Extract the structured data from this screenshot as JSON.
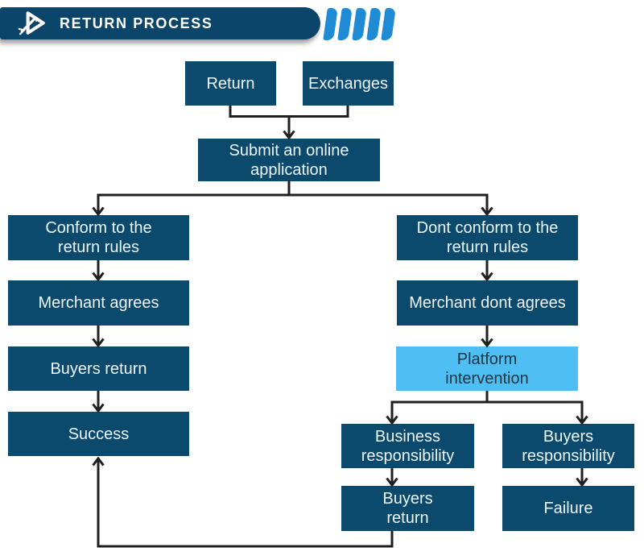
{
  "header": {
    "title": "RETURN PROCESS",
    "logo_icon": "play-wrench-icon",
    "chevrons": {
      "icon": "banner-chevron-icon",
      "count": 5,
      "color": "#1e8bd4"
    },
    "banner_color": "#0c456a"
  },
  "flowchart": {
    "nodes": {
      "return": {
        "label": "Return"
      },
      "exchanges": {
        "label": "Exchanges"
      },
      "submit": {
        "label": "Submit an online\napplication"
      },
      "conform": {
        "label": "Conform to the\nreturn rules"
      },
      "merchant_agrees": {
        "label": "Merchant agrees"
      },
      "buyers_return_left": {
        "label": "Buyers return"
      },
      "success": {
        "label": "Success"
      },
      "dont_conform": {
        "label": "Dont conform to the\nreturn rules"
      },
      "merchant_dont_agrees": {
        "label": "Merchant dont agrees"
      },
      "platform_intervention": {
        "label": "Platform\nintervention",
        "highlight": true
      },
      "business_responsibility": {
        "label": "Business\nresponsibility"
      },
      "buyers_responsibility": {
        "label": "Buyers\nresponsibility"
      },
      "buyers_return_bottom": {
        "label": "Buyers\nreturn"
      },
      "failure": {
        "label": "Failure"
      }
    },
    "colors": {
      "node_fill": "#0c4a6d",
      "node_text": "#eef5f8",
      "highlight_fill": "#4fbef2",
      "highlight_text": "#1f3340",
      "connector": "#1f1f1f",
      "page_bg": "#ffffff"
    }
  }
}
